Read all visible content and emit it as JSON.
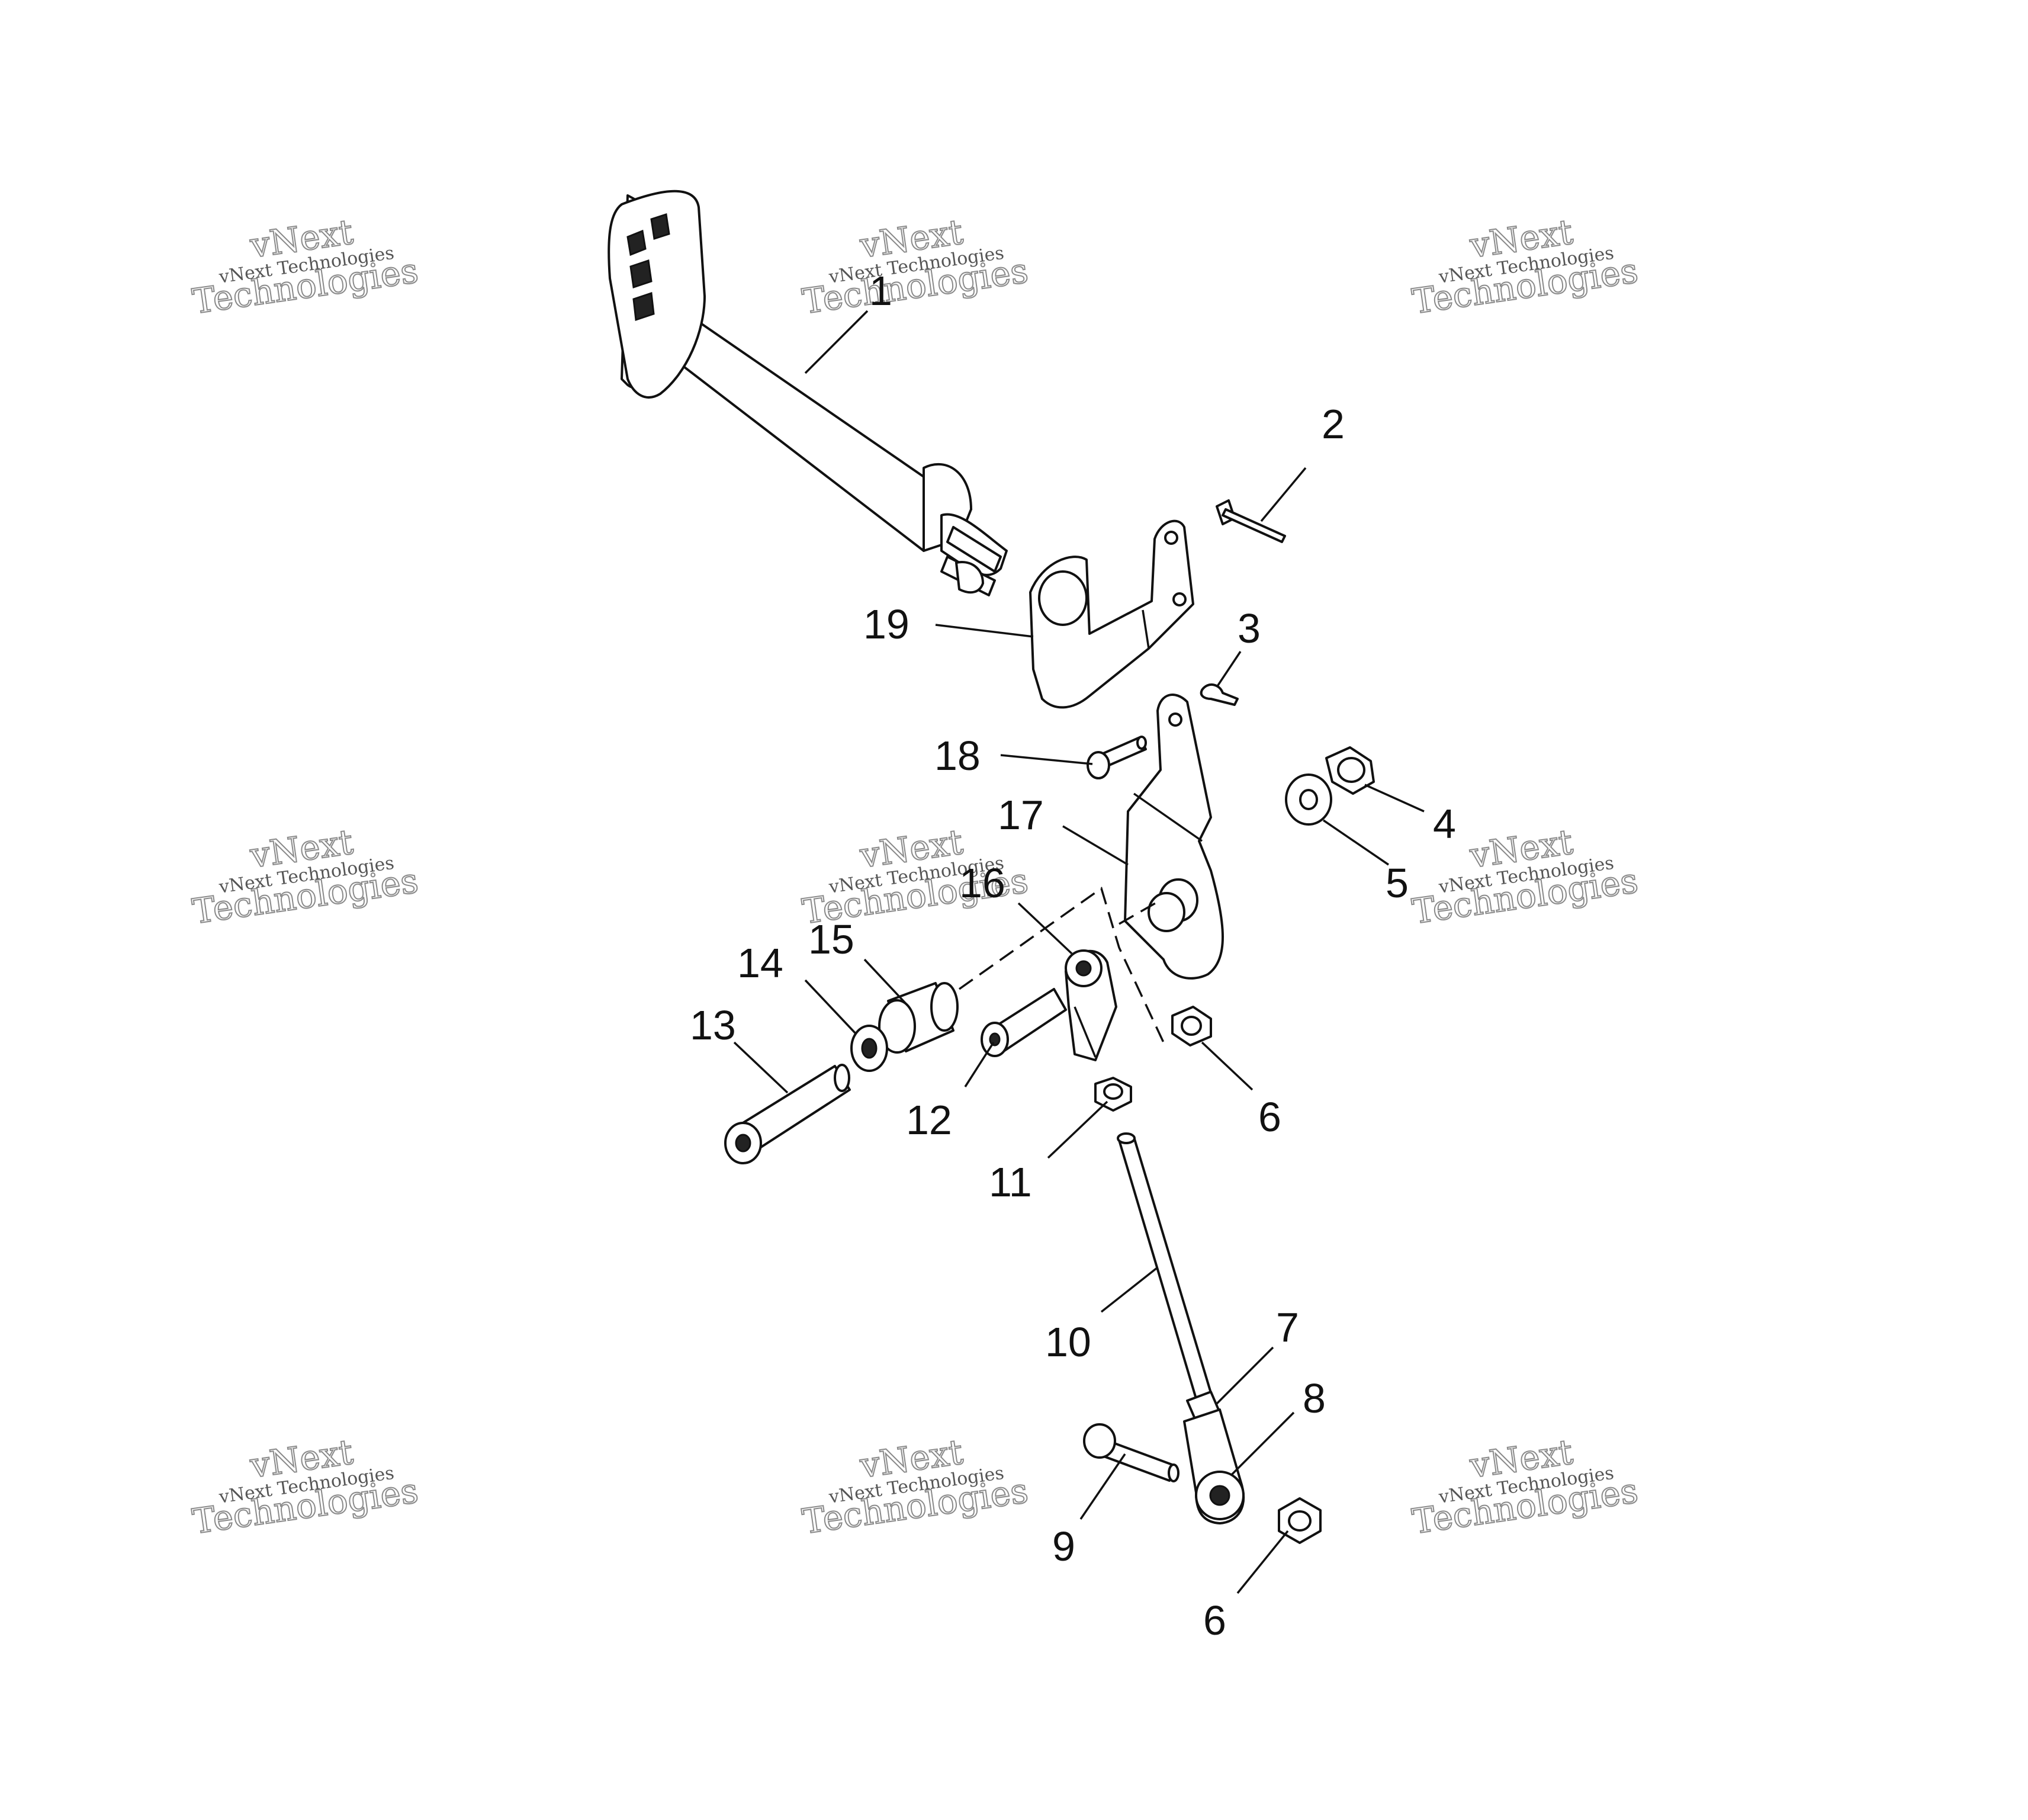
{
  "watermark": {
    "line_small": "vNext Technologies",
    "line_big_1": "vNext",
    "line_big_2": "Technologies"
  },
  "callouts": {
    "c1": "1",
    "c2": "2",
    "c3": "3",
    "c4": "4",
    "c5": "5",
    "c6a": "6",
    "c6b": "6",
    "c7": "7",
    "c8": "8",
    "c9": "9",
    "c10": "10",
    "c11": "11",
    "c12": "12",
    "c13": "13",
    "c14": "14",
    "c15": "15",
    "c16": "16",
    "c17": "17",
    "c18": "18",
    "c19": "19"
  }
}
